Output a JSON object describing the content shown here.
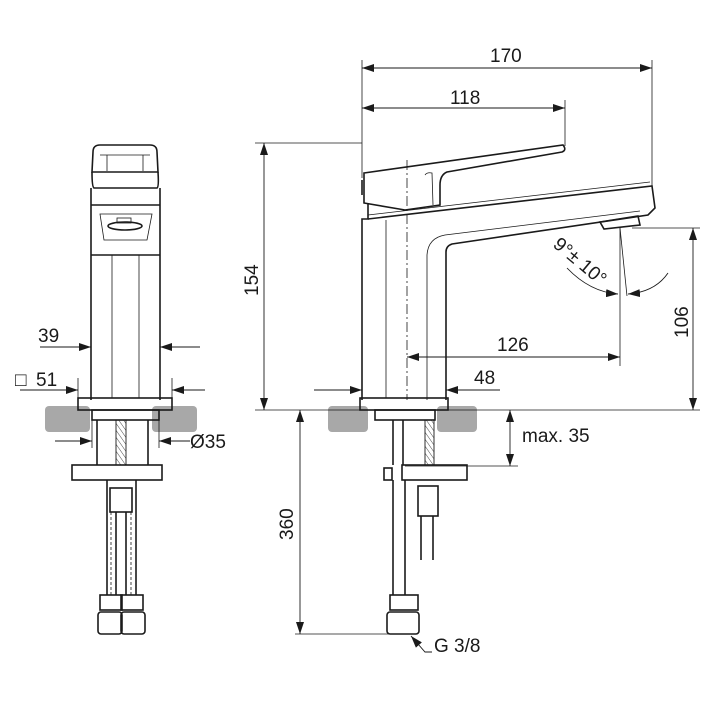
{
  "drawing": {
    "title": "Basin mixer tap dimension drawing",
    "dimensions": {
      "overall_reach": "170",
      "lever_reach": "118",
      "height": "154",
      "spout_height": "106",
      "spout_projection": "126",
      "body_depth": "48",
      "body_width": "39",
      "base_square": "51",
      "square_symbol": "□",
      "hole_diameter": "Ø35",
      "deck_thickness": "max. 35",
      "hose_length": "360",
      "connection_thread": "G 3/8",
      "spout_angle": "9°± 10°"
    }
  }
}
